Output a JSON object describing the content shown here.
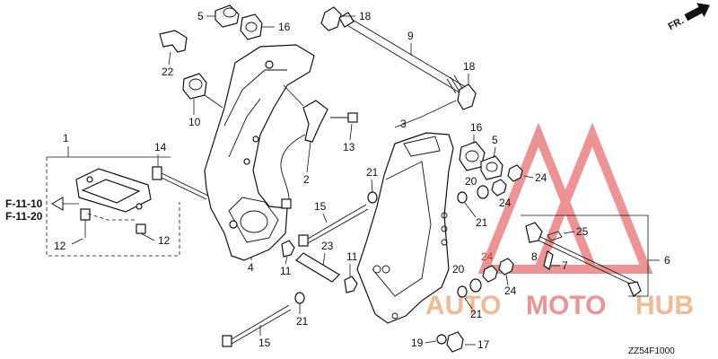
{
  "diagram": {
    "drawing_code": "ZZ54F1000",
    "front_indicator": "FR.",
    "references": [
      "F-11-10",
      "F-11-20"
    ],
    "watermark": {
      "part1": "AUTO",
      "part2": "MOTO",
      "part3": "HUB",
      "color_primary": "#e8833a",
      "color_secondary": "#e03c3c"
    },
    "callouts": {
      "c1": "1",
      "c2": "2",
      "c3": "3",
      "c4": "4",
      "c5a": "5",
      "c5b": "5",
      "c6": "6",
      "c7": "7",
      "c8": "8",
      "c9": "9",
      "c10": "10",
      "c11a": "11",
      "c11b": "11",
      "c12a": "12",
      "c12b": "12",
      "c13": "13",
      "c14": "14",
      "c15a": "15",
      "c15b": "15",
      "c16a": "16",
      "c16b": "16",
      "c17": "17",
      "c18a": "18",
      "c18b": "18",
      "c19": "19",
      "c20a": "20",
      "c20b": "20",
      "c21a": "21",
      "c21b": "21",
      "c21c": "21",
      "c21d": "21",
      "c22": "22",
      "c23": "23",
      "c24a": "24",
      "c24b": "24",
      "c24c": "24",
      "c24d": "24",
      "c25": "25"
    }
  }
}
